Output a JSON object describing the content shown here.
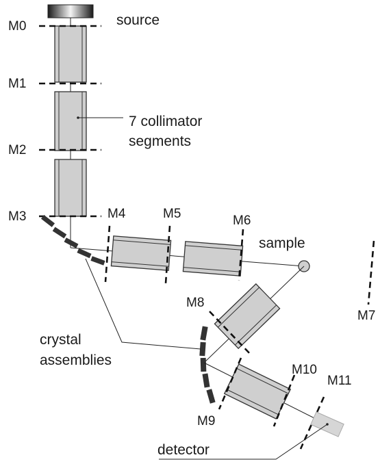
{
  "labels": {
    "source": "source",
    "collimator_line1": "7 collimator",
    "collimator_line2": "segments",
    "sample": "sample",
    "crystal_line1": "crystal",
    "crystal_line2": "assemblies",
    "detector": "detector"
  },
  "monitors": {
    "m0": "M0",
    "m1": "M1",
    "m2": "M2",
    "m3": "M3",
    "m4": "M4",
    "m5": "M5",
    "m6": "M6",
    "m7": "M7",
    "m8": "M8",
    "m9": "M9",
    "m10": "M10",
    "m11": "M11"
  },
  "colors": {
    "collimator_fill": "#cfcfcf",
    "crystal": "#333333",
    "detector": "#d6d6d6",
    "line": "#111111"
  }
}
